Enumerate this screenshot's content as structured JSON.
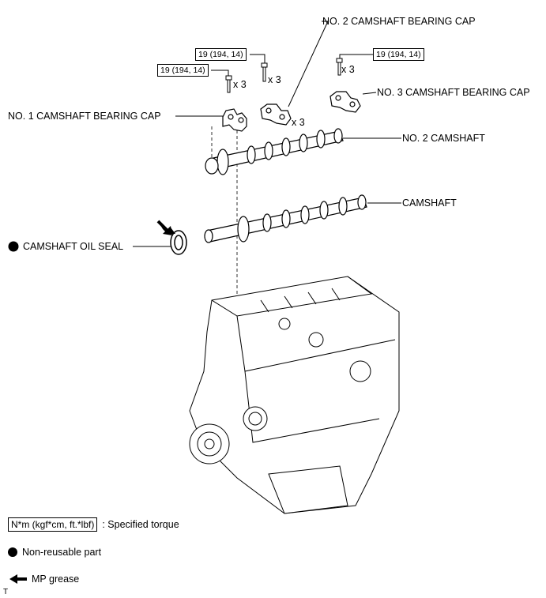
{
  "labels": {
    "no2_cap": "NO. 2 CAMSHAFT BEARING CAP",
    "no3_cap": "NO. 3 CAMSHAFT BEARING CAP",
    "no1_cap": "NO. 1 CAMSHAFT BEARING CAP",
    "no2_camshaft": "NO. 2 CAMSHAFT",
    "camshaft": "CAMSHAFT",
    "oil_seal": "CAMSHAFT OIL SEAL"
  },
  "torques": {
    "t1": "19 (194, 14)",
    "t2": "19 (194, 14)",
    "t3": "19 (194, 14)"
  },
  "quantities": {
    "q1": "x 3",
    "q2": "x 3",
    "q3": "x 3",
    "q4": "x 3"
  },
  "legend": {
    "torque_unit": "N*m (kgf*cm, ft.*lbf)",
    "torque_desc": ": Specified torque",
    "non_reusable": "Non-reusable part",
    "grease": "MP grease"
  },
  "corner_mark": "T",
  "colors": {
    "ink": "#000000",
    "background": "#ffffff"
  }
}
